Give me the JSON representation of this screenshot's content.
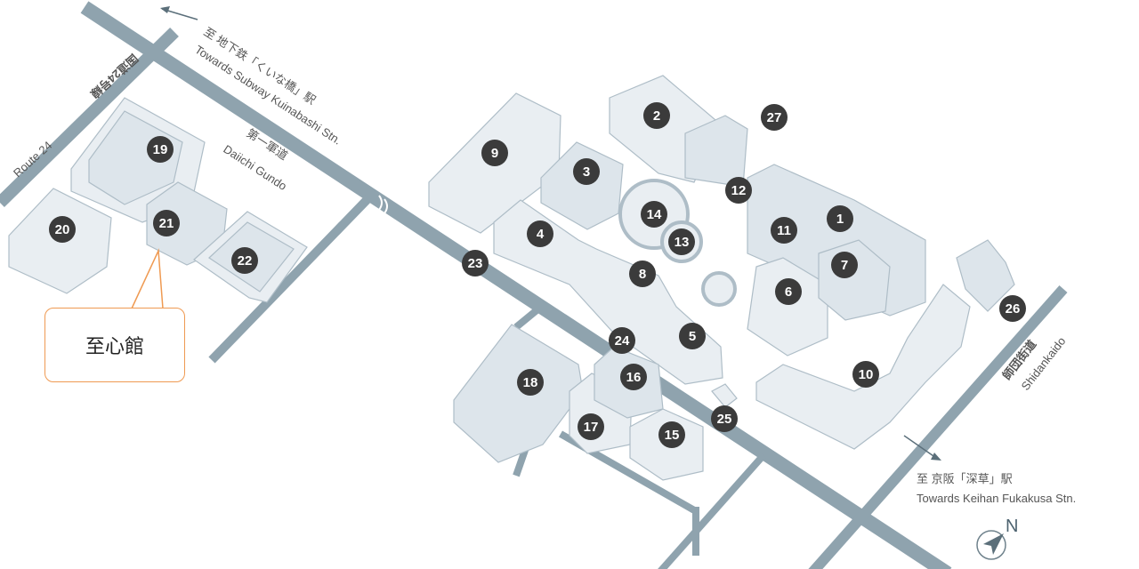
{
  "roads": {
    "route24_ja": "国道24号線",
    "route24_en": "Route 24",
    "daiichi_ja": "第一軍道",
    "daiichi_en": "Daiichi Gundo",
    "shidan_ja": "師団街道",
    "shidan_en": "Shidankaido"
  },
  "directions": {
    "subway_ja": "至 地下鉄「くいな橋」駅",
    "subway_en": "Towards Subway Kuinabashi Stn.",
    "keihan_ja": "至 京阪「深草」駅",
    "keihan_en": "Towards Keihan Fukakusa Stn."
  },
  "compass": {
    "label": "N"
  },
  "callout": {
    "label": "至心館",
    "building": "21"
  },
  "markers": [
    "1",
    "2",
    "3",
    "4",
    "5",
    "6",
    "7",
    "8",
    "9",
    "10",
    "11",
    "12",
    "13",
    "14",
    "15",
    "16",
    "17",
    "18",
    "19",
    "20",
    "21",
    "22",
    "23",
    "24",
    "25",
    "26",
    "27"
  ],
  "colors": {
    "road": "#8fa3ae",
    "building": "#e9eef2",
    "marker": "#3b3b3b",
    "callout_border": "#ef9a52"
  }
}
